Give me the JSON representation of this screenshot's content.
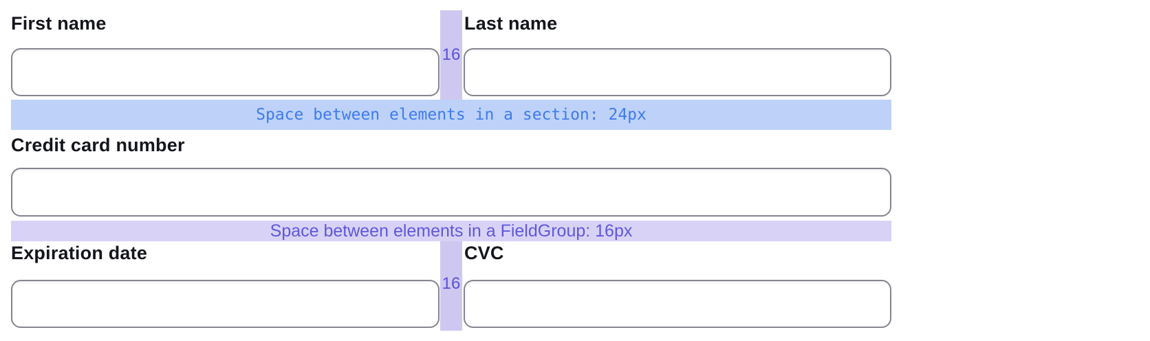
{
  "fields": {
    "first_name": {
      "label": "First name",
      "value": ""
    },
    "last_name": {
      "label": "Last name",
      "value": ""
    },
    "credit_card_number": {
      "label": "Credit card number",
      "value": ""
    },
    "expiration_date": {
      "label": "Expiration date",
      "value": ""
    },
    "cvc": {
      "label": "CVC",
      "value": ""
    }
  },
  "annotations": {
    "section_gap": {
      "text": "Space between elements in a section: 24px",
      "band_color": "#bed2f9",
      "text_color": "#3e7bee"
    },
    "fieldgroup_gap": {
      "text": "Space between elements in a FieldGroup: 16px",
      "band_color": "#d8d3f6",
      "text_color": "#6157db"
    },
    "column_gap": {
      "text": "16",
      "bar_color": "#cec8f1",
      "text_color": "#5b50d8"
    }
  }
}
